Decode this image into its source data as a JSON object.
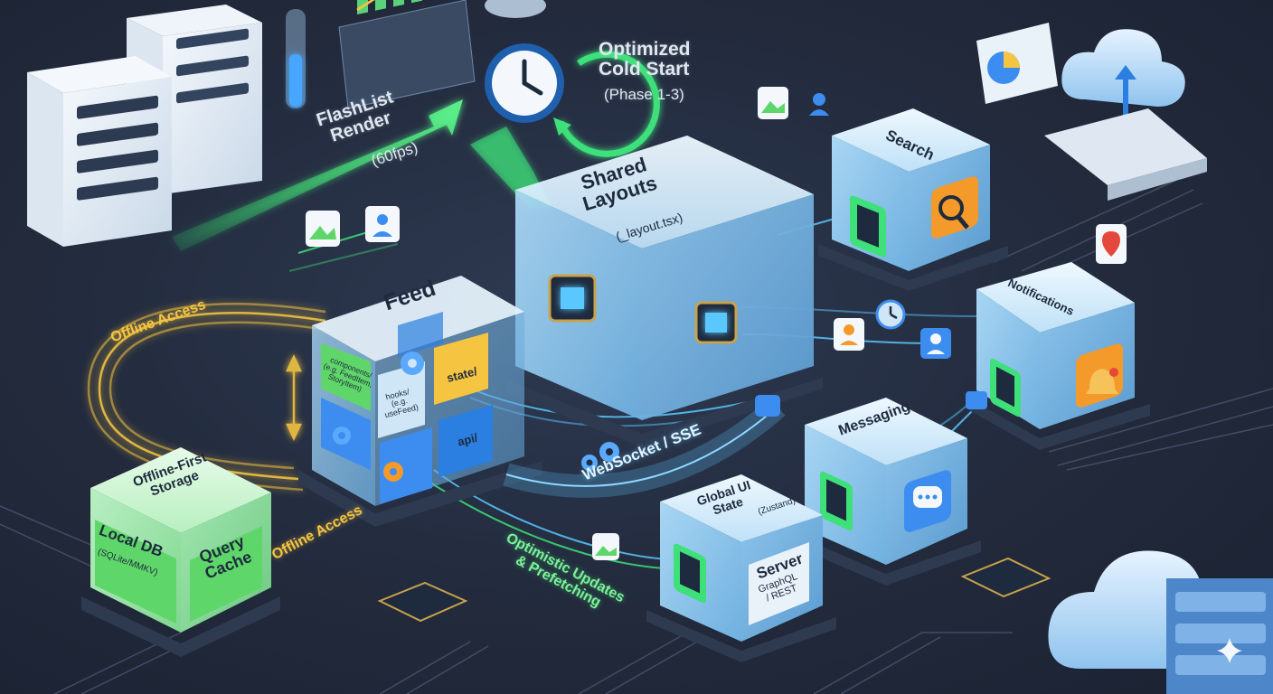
{
  "labels": {
    "optimized_cold_start": "Optimized\nCold Start",
    "phase": "(Phase 1-3)",
    "flashlist_render": "FlashList\nRender",
    "fps": "(60fps)",
    "shared_layouts": "Shared\nLayouts",
    "layout_file": "(_layout.tsx)",
    "search": "Search",
    "notifications": "Notifications",
    "messaging": "Messaging",
    "feed": "Feed",
    "feed_components": "components/\n(e.g. FeedItem,\nStoryItem)",
    "feed_hooks": "hooks/\n(e.g.\nuseFeed)",
    "feed_state": "state/",
    "feed_api": "api/",
    "offline_access_top": "Offline Access",
    "offline_access_bottom": "Offline Access",
    "offline_first_storage": "Offline-First\nStorage",
    "local_db": "Local DB",
    "local_db_sub": "(SQLite/MMKV)",
    "query_cache": "Query\nCache",
    "websocket_sse": "WebSocket / SSE",
    "global_ui_state": "Global UI\nState",
    "zustand": "(Zustand)",
    "server": "Server",
    "server_sub": "GraphQL\n/ REST",
    "optimistic_updates": "Optimistic Updates\n& Prefetching"
  },
  "colors": {
    "background": "#232b3d",
    "cube_blue": "#9fd0f2",
    "cube_green": "#5fd66a",
    "accent_green": "#3ee07a",
    "accent_gold": "#f5c542",
    "accent_cyan": "#5ac8ff",
    "icon_orange": "#f39a2b"
  },
  "icons": [
    "server-rack-icon",
    "clock-icon",
    "magnifier-icon",
    "bell-icon",
    "chat-bubble-icon",
    "gear-icon",
    "image-icon",
    "user-icon",
    "map-pin-icon",
    "cloud-upload-icon",
    "cloud-database-icon",
    "chip-icon",
    "pie-chart-icon",
    "bar-chart-icon",
    "sparkle-icon"
  ]
}
